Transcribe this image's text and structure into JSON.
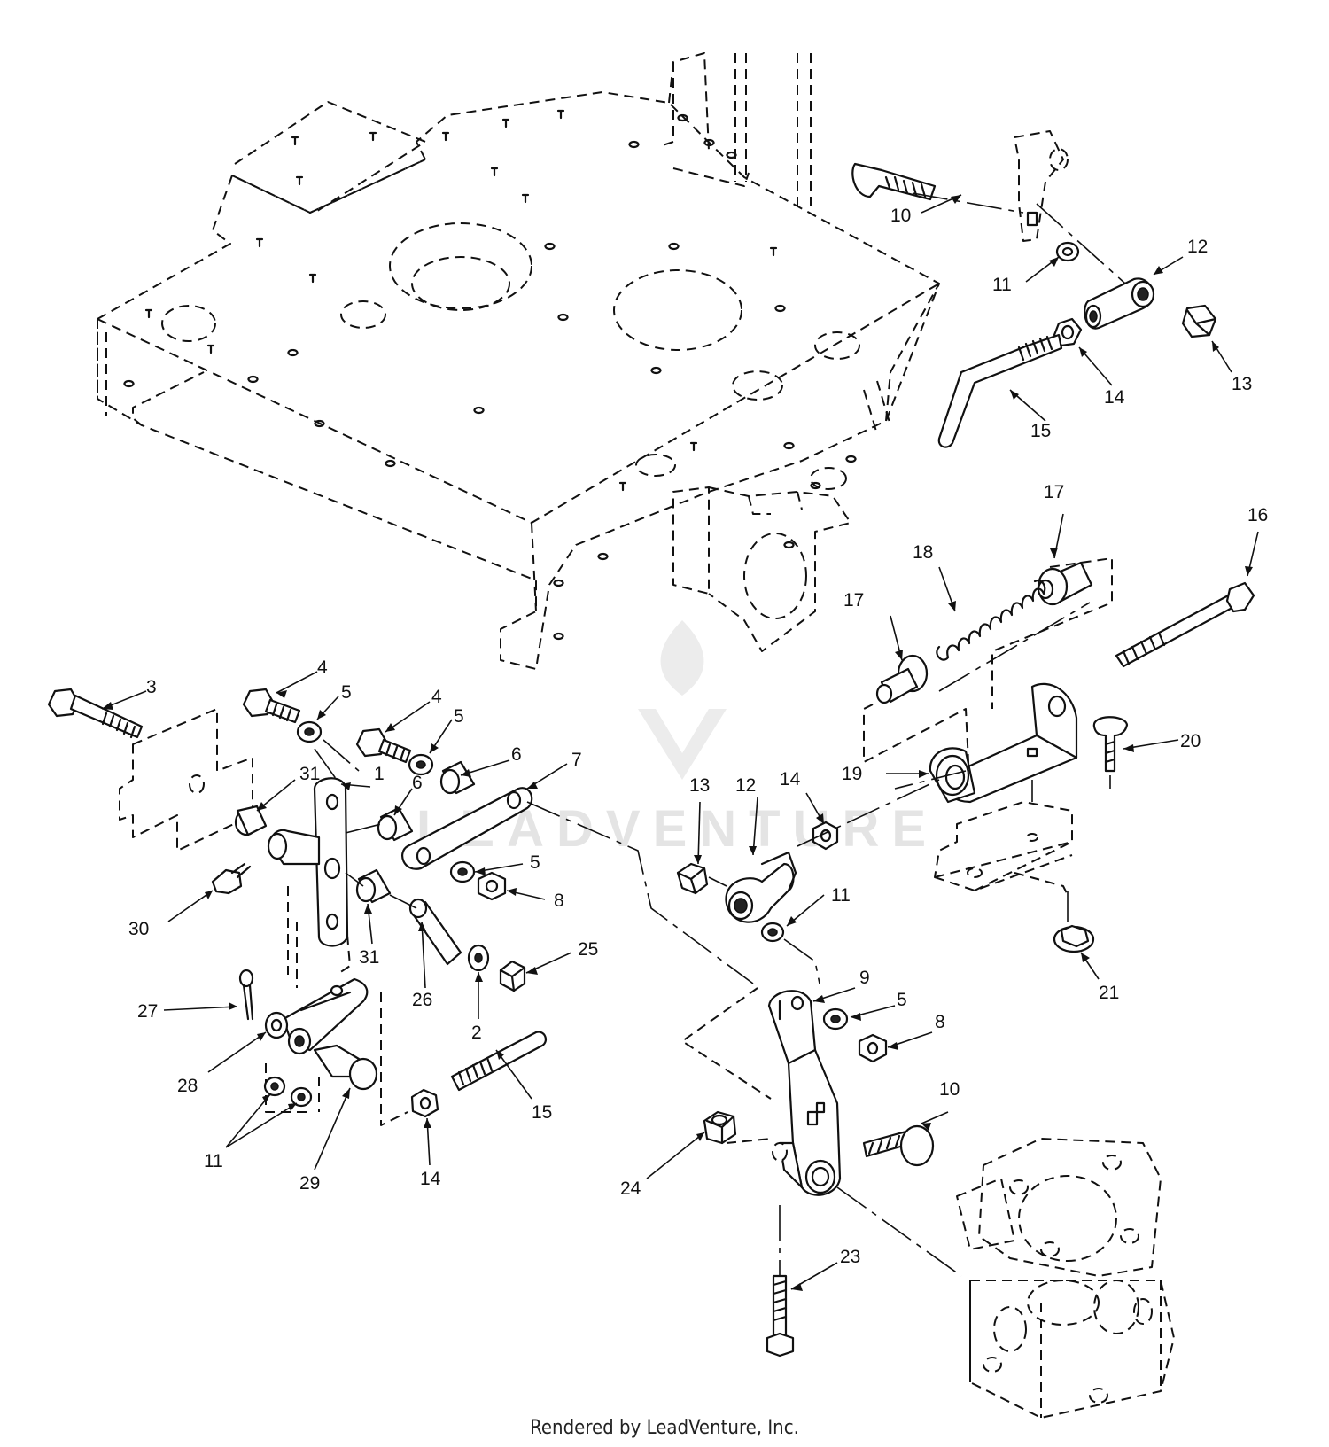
{
  "footer": {
    "credit": "Rendered by LeadVenture, Inc."
  },
  "watermark": {
    "text": "LEADVENTURE"
  },
  "callouts": [
    {
      "id": "c10a",
      "label": "10"
    },
    {
      "id": "c11a",
      "label": "11"
    },
    {
      "id": "c12a",
      "label": "12"
    },
    {
      "id": "c13a",
      "label": "13"
    },
    {
      "id": "c14a",
      "label": "14"
    },
    {
      "id": "c15a",
      "label": "15"
    },
    {
      "id": "c17a",
      "label": "17"
    },
    {
      "id": "c16",
      "label": "16"
    },
    {
      "id": "c18",
      "label": "18"
    },
    {
      "id": "c17b",
      "label": "17"
    },
    {
      "id": "c20",
      "label": "20"
    },
    {
      "id": "c19",
      "label": "19"
    },
    {
      "id": "c14b",
      "label": "14"
    },
    {
      "id": "c12b",
      "label": "12"
    },
    {
      "id": "c13b",
      "label": "13"
    },
    {
      "id": "c11b",
      "label": "11"
    },
    {
      "id": "c21",
      "label": "21"
    },
    {
      "id": "c3",
      "label": "3"
    },
    {
      "id": "c4a",
      "label": "4"
    },
    {
      "id": "c4b",
      "label": "4"
    },
    {
      "id": "c5a",
      "label": "5"
    },
    {
      "id": "c5b",
      "label": "5"
    },
    {
      "id": "c6a",
      "label": "6"
    },
    {
      "id": "c7",
      "label": "7"
    },
    {
      "id": "c31a",
      "label": "31"
    },
    {
      "id": "c1",
      "label": "1"
    },
    {
      "id": "c6b",
      "label": "6"
    },
    {
      "id": "c5c",
      "label": "5"
    },
    {
      "id": "c8a",
      "label": "8"
    },
    {
      "id": "c30",
      "label": "30"
    },
    {
      "id": "c25",
      "label": "25"
    },
    {
      "id": "c31b",
      "label": "31"
    },
    {
      "id": "c26",
      "label": "26"
    },
    {
      "id": "c2",
      "label": "2"
    },
    {
      "id": "c27",
      "label": "27"
    },
    {
      "id": "c28",
      "label": "28"
    },
    {
      "id": "c11c",
      "label": "11"
    },
    {
      "id": "c29",
      "label": "29"
    },
    {
      "id": "c14c",
      "label": "14"
    },
    {
      "id": "c15b",
      "label": "15"
    },
    {
      "id": "c9",
      "label": "9"
    },
    {
      "id": "c5d",
      "label": "5"
    },
    {
      "id": "c8b",
      "label": "8"
    },
    {
      "id": "c10b",
      "label": "10"
    },
    {
      "id": "c24",
      "label": "24"
    },
    {
      "id": "c23",
      "label": "23"
    }
  ]
}
